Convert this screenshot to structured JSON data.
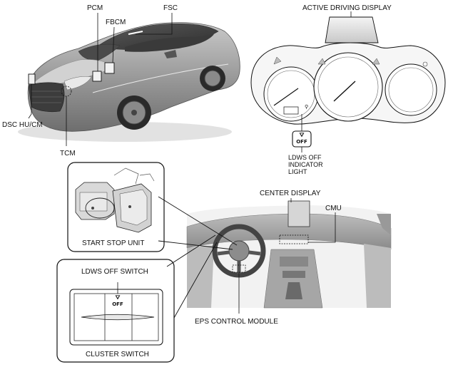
{
  "labels": {
    "pcm": "PCM",
    "fsc": "FSC",
    "fbcm": "FBCM",
    "dsc": "DSC HU/CM",
    "tcm": "TCM",
    "active_display": "ACTIVE DRIVING DISPLAY",
    "ldws_indicator_lines": [
      "LDWS OFF",
      "INDICATOR",
      "LIGHT"
    ],
    "center_display": "CENTER DISPLAY",
    "cmu": "CMU",
    "start_stop": "START STOP UNIT",
    "ldws_switch": "LDWS OFF SWITCH",
    "cluster_switch": "CLUSTER SWITCH",
    "eps": "EPS CONTROL MODULE",
    "off_text": "OFF"
  }
}
